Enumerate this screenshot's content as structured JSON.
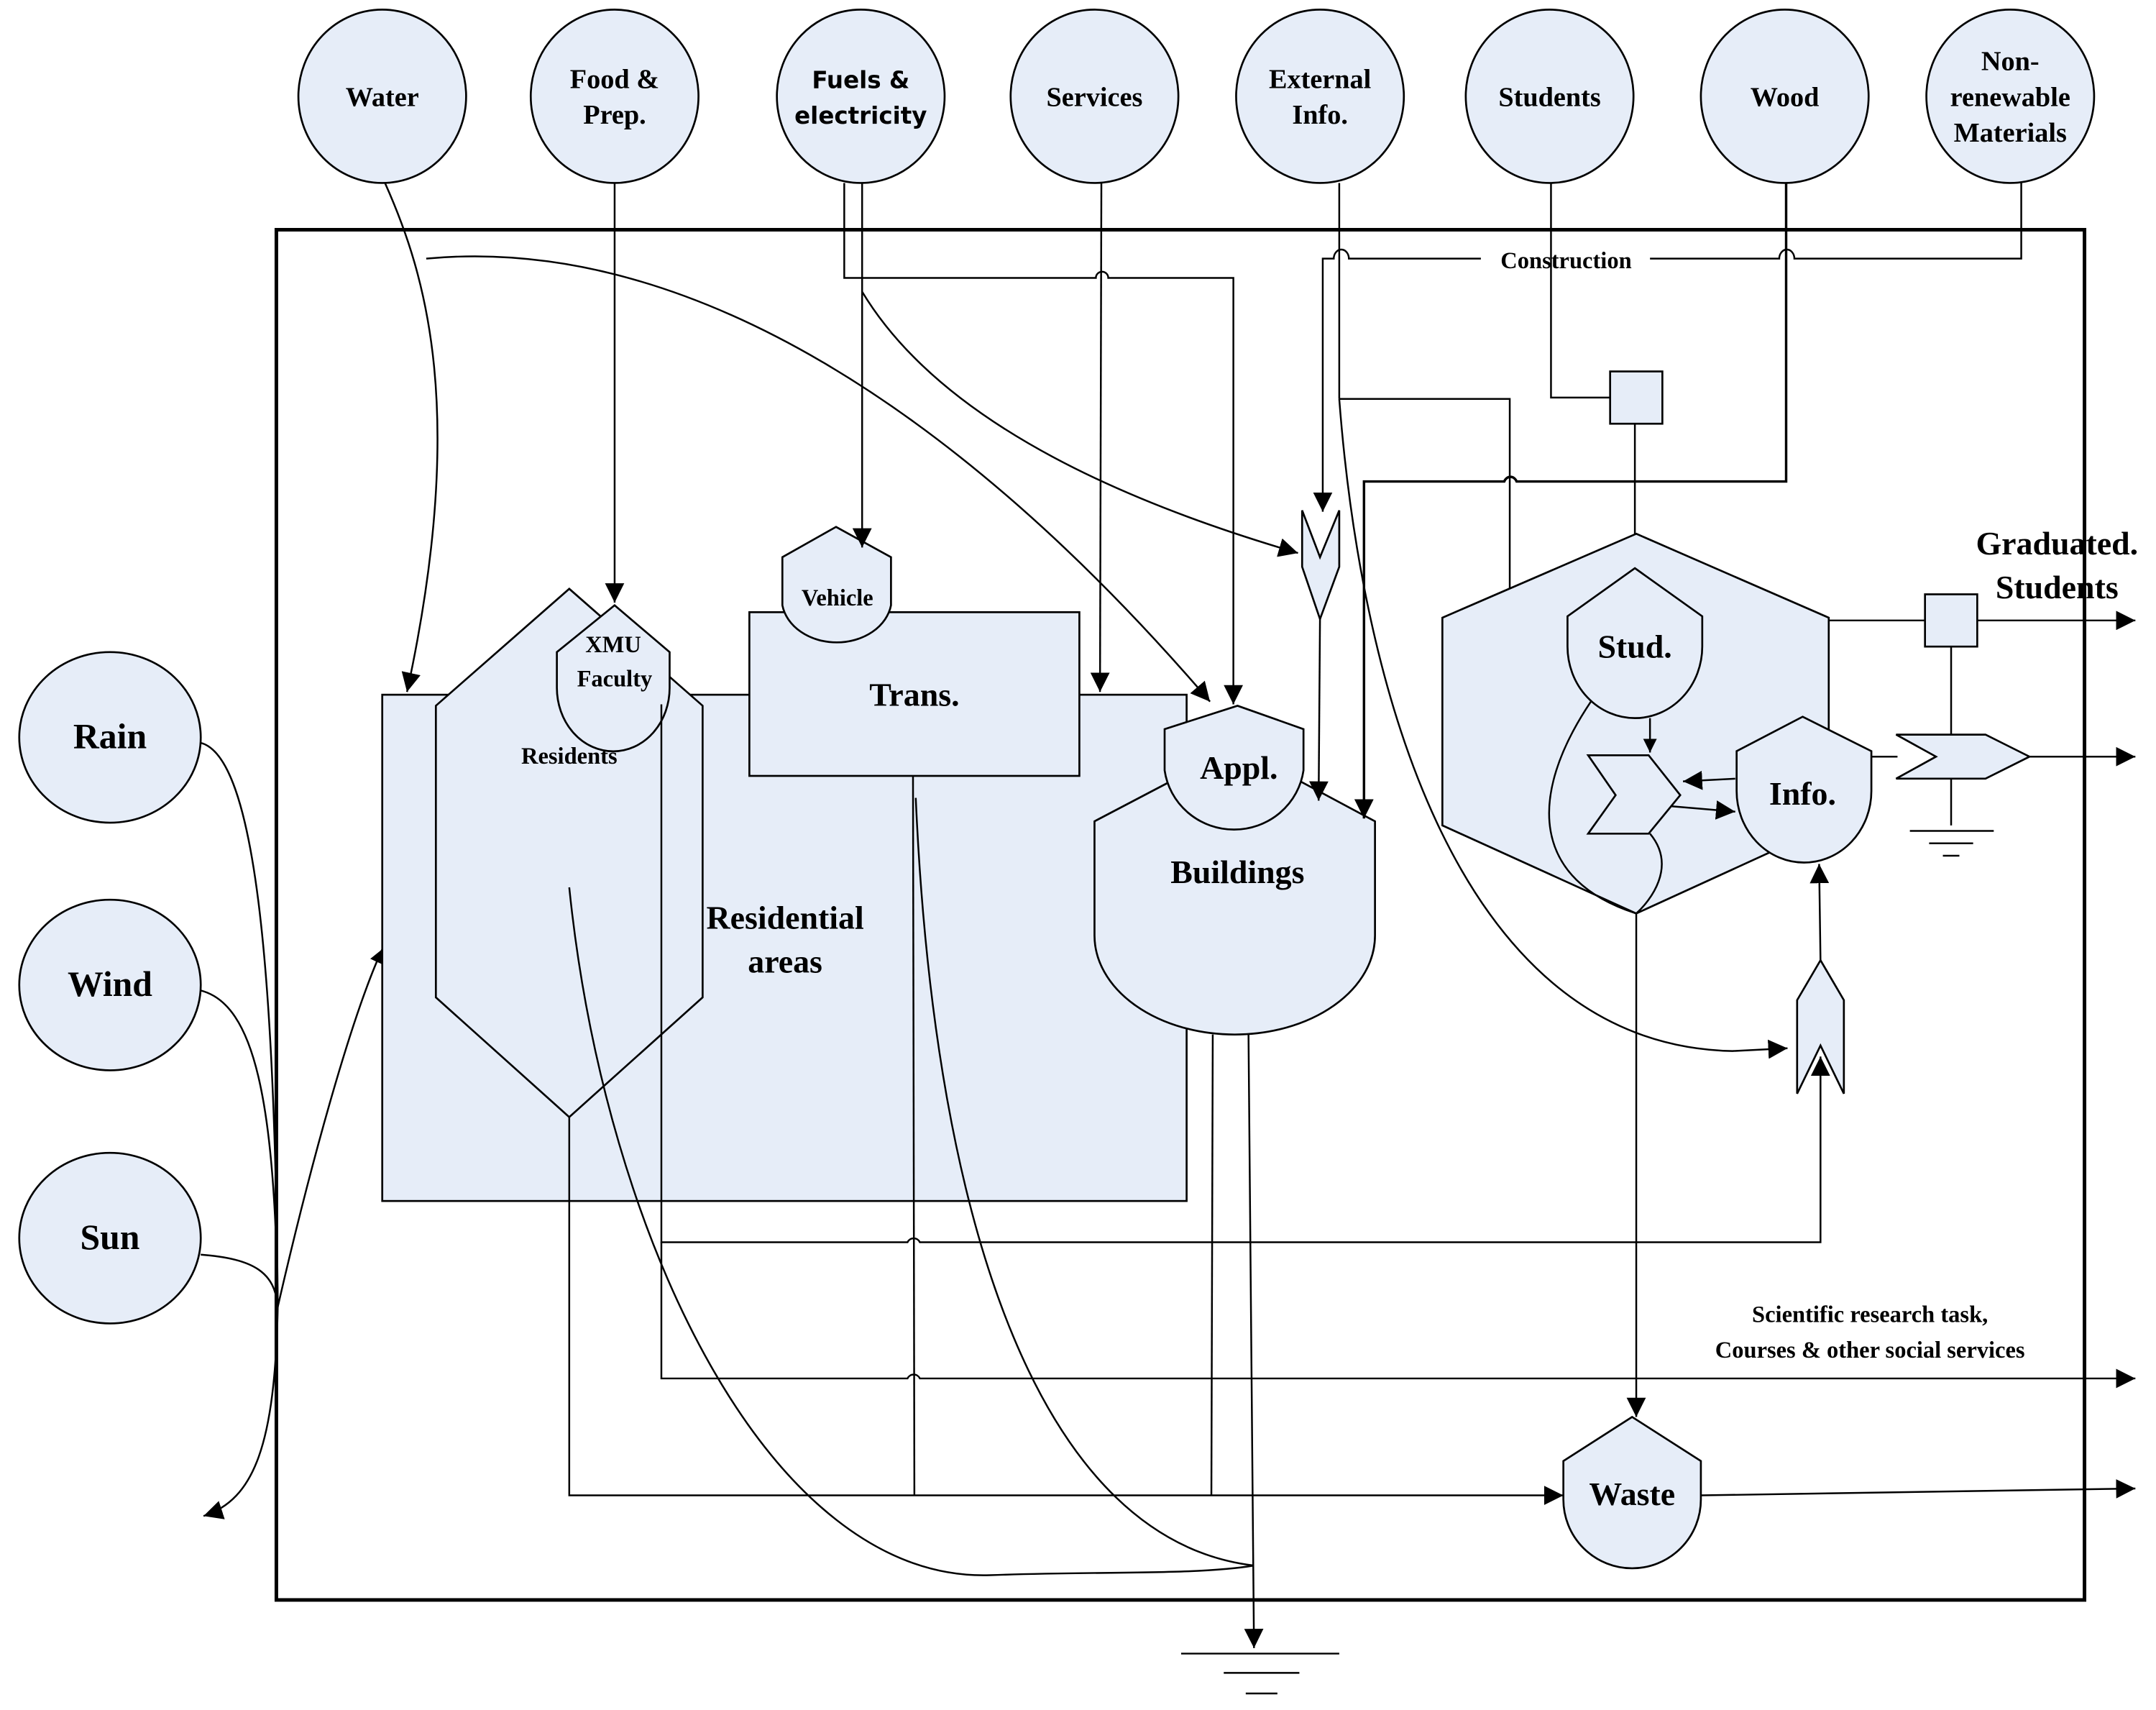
{
  "diagram": {
    "title": "XMU campus emergy system diagram",
    "colors": {
      "node_fill": "#e6edf8",
      "line": "#000000",
      "background": "#ffffff"
    },
    "top_sources": [
      {
        "id": "water",
        "lines": [
          "Water"
        ]
      },
      {
        "id": "food",
        "lines": [
          "Food &",
          "Prep."
        ]
      },
      {
        "id": "fuels",
        "lines": [
          "Fuels &",
          "electricity"
        ]
      },
      {
        "id": "services",
        "lines": [
          "Services"
        ]
      },
      {
        "id": "external-info",
        "lines": [
          "External",
          "Info."
        ]
      },
      {
        "id": "students",
        "lines": [
          "Students"
        ]
      },
      {
        "id": "wood",
        "lines": [
          "Wood"
        ]
      },
      {
        "id": "non-renewable",
        "lines": [
          "Non-",
          "renewable",
          "Materials"
        ]
      }
    ],
    "left_sources": [
      {
        "id": "rain",
        "label": "Rain"
      },
      {
        "id": "wind",
        "label": "Wind"
      },
      {
        "id": "sun",
        "label": "Sun"
      }
    ],
    "components": {
      "residential_areas": [
        "Residential",
        "areas"
      ],
      "residents": "Residents",
      "xmu_faculty": [
        "XMU",
        "Faculty"
      ],
      "vehicle": "Vehicle",
      "trans": "Trans.",
      "appl": "Appl.",
      "buildings": "Buildings",
      "stud": "Stud.",
      "info": "Info.",
      "waste": "Waste"
    },
    "flow_labels": {
      "construction": "Construction",
      "graduated_students": [
        "Graduated.",
        "Students"
      ],
      "scientific_services": [
        "Scientific research task,",
        "Courses & other social services"
      ]
    }
  }
}
